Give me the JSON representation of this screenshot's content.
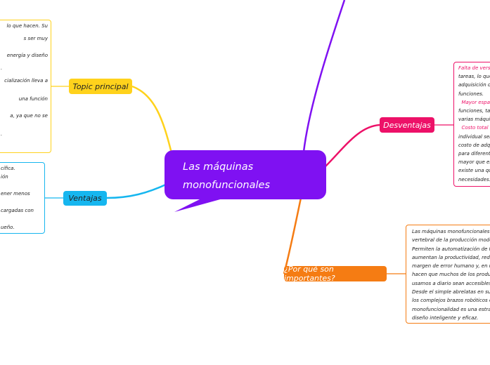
{
  "central": {
    "title_line1": "Las máquinas",
    "title_line2": "monofuncionales",
    "color": "#7f11f2"
  },
  "branches": {
    "topic": {
      "label": "Topic principal",
      "color": "#ffd21c",
      "text_color": "#222222"
    },
    "ventajas": {
      "label": "Ventajas",
      "color": "#16b6ef",
      "text_color": "#222222"
    },
    "desventajas": {
      "label": "Desventajas",
      "color": "#ed1168",
      "text_color": "#ffffff"
    },
    "importantes": {
      "label": "¿Por qué son importantes?",
      "color": "#f57c13",
      "text_color": "#ffffff"
    }
  },
  "notes": {
    "topic": [
      "lo que hacen. Su",
      "s ser muy",
      "energía y diseño",
      ".",
      "cialización lleva a",
      "una función",
      "a, ya que no se",
      "."
    ],
    "ventajas": [
      "cífica.",
      "ión",
      "ener menos",
      "cargadas con",
      "ueño."
    ],
    "desventajas": [
      {
        "text": "Falta de versa",
        "highlight": true
      },
      {
        "text": "tareas, lo que",
        "highlight": false
      },
      {
        "text": "adquisición de",
        "highlight": false
      },
      {
        "text": "funciones.",
        "highlight": false
      },
      {
        "text": "  Mayor espaci",
        "highlight": true
      },
      {
        "text": "funciones, ta",
        "highlight": false
      },
      {
        "text": "varias máquin",
        "highlight": false
      },
      {
        "text": "  Costo total",
        "highlight": true
      },
      {
        "text": "individual sea",
        "highlight": false
      },
      {
        "text": "costo de adqu",
        "highlight": false
      },
      {
        "text": "para diferente",
        "highlight": false
      },
      {
        "text": "mayor que el",
        "highlight": false
      },
      {
        "text": "existe una qu",
        "highlight": false
      },
      {
        "text": "necesidades.",
        "highlight": false
      }
    ],
    "importantes": [
      "Las máquinas monofuncionales s",
      "vertebral de la producción modern",
      "Permiten la automatización de ta",
      "aumentan la productividad, reduc",
      "margen de error humano y, en úl",
      "hacen que muchos de los product",
      "usamos a diario sean accesibles e",
      "Desde el simple abrelatas en su c",
      "los complejos brazos robóticos en",
      "monofuncionalidad es una estrat",
      "diseño inteligente y eficaz."
    ]
  }
}
